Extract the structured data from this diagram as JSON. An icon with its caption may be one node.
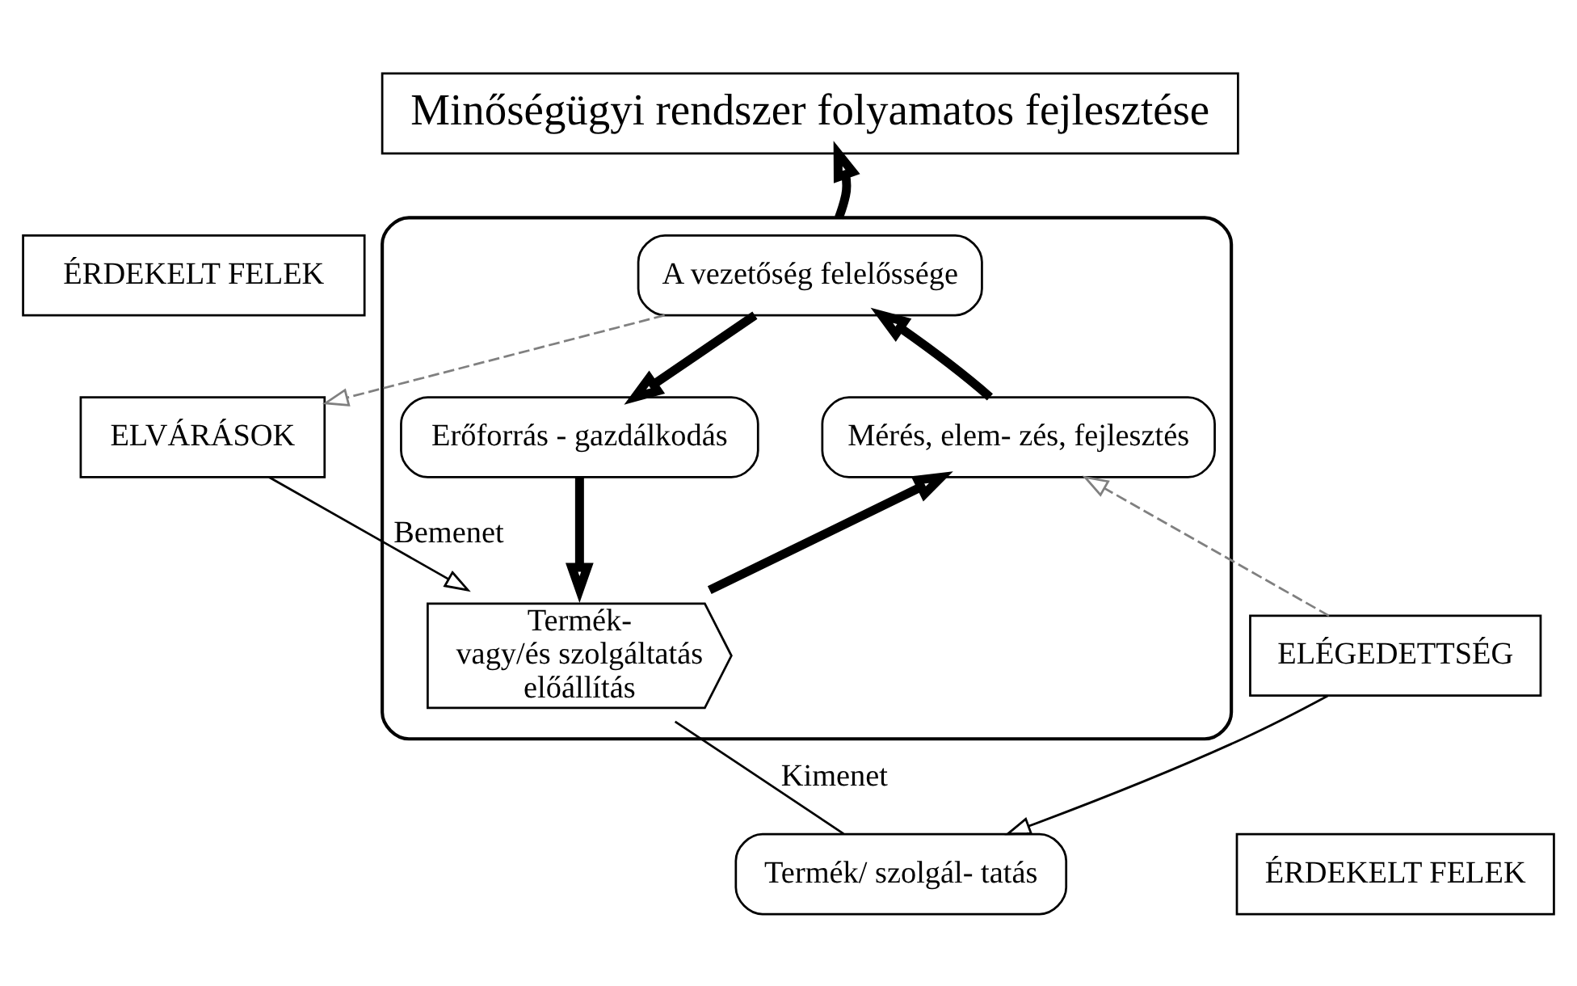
{
  "diagram": {
    "nodes": [
      {
        "text": [
          "ÉRDEKELT FELEK"
        ]
      },
      {
        "text": [
          "ELVÁRÁSOK"
        ]
      },
      {
        "text": [
          "Minőségügyi rendszer folyamatos fejlesztése"
        ]
      },
      {
        "text": [],
        "shape": "ellipse"
      },
      {
        "text": [
          "A vezetőség felelőssége"
        ],
        "in": 3
      },
      {
        "text": [
          "Erőforrás - gazdálkodás"
        ],
        "in": 3
      },
      {
        "text": [
          "Mérés, elem- zés, fejlesztés"
        ],
        "in": 3
      },
      {
        "text": [
          "Termék-",
          "vagy/és szolgáltatás",
          "előállítás"
        ],
        "in": 3
      },
      {
        "text": [
          "Termék/ szolgál- tatás"
        ]
      },
      {
        "text": [
          "ELÉGEDETTSÉG"
        ]
      },
      {
        "text": [
          "ÉRDEKELT FELEK"
        ]
      }
    ],
    "edges": [
      {
        "from": 1,
        "to": 7,
        "arrow": "to",
        "label": "Bemenet"
      },
      {
        "from": 7,
        "to": 8,
        "arrow": "none",
        "label": "Kimenet"
      },
      {
        "from": 9,
        "to": 8,
        "arrow": "to"
      },
      {
        "from": 4,
        "to": 1,
        "arrow": "to",
        "style": "dashed",
        "color": "#808080"
      },
      {
        "from": 9,
        "to": 6,
        "arrow": "to",
        "style": "dashed",
        "color": "#808080"
      },
      {
        "from": 4,
        "to": 5,
        "arrow": "to",
        "style": "thick"
      },
      {
        "from": 5,
        "to": 7,
        "arrow": "to",
        "style": "thick"
      },
      {
        "from": 7,
        "to": 6,
        "arrow": "to",
        "style": "thick"
      },
      {
        "from": 6,
        "to": 4,
        "arrow": "to",
        "style": "thick"
      },
      {
        "from": 3,
        "to": 2,
        "arrow": "to",
        "style": "thick"
      }
    ]
  }
}
